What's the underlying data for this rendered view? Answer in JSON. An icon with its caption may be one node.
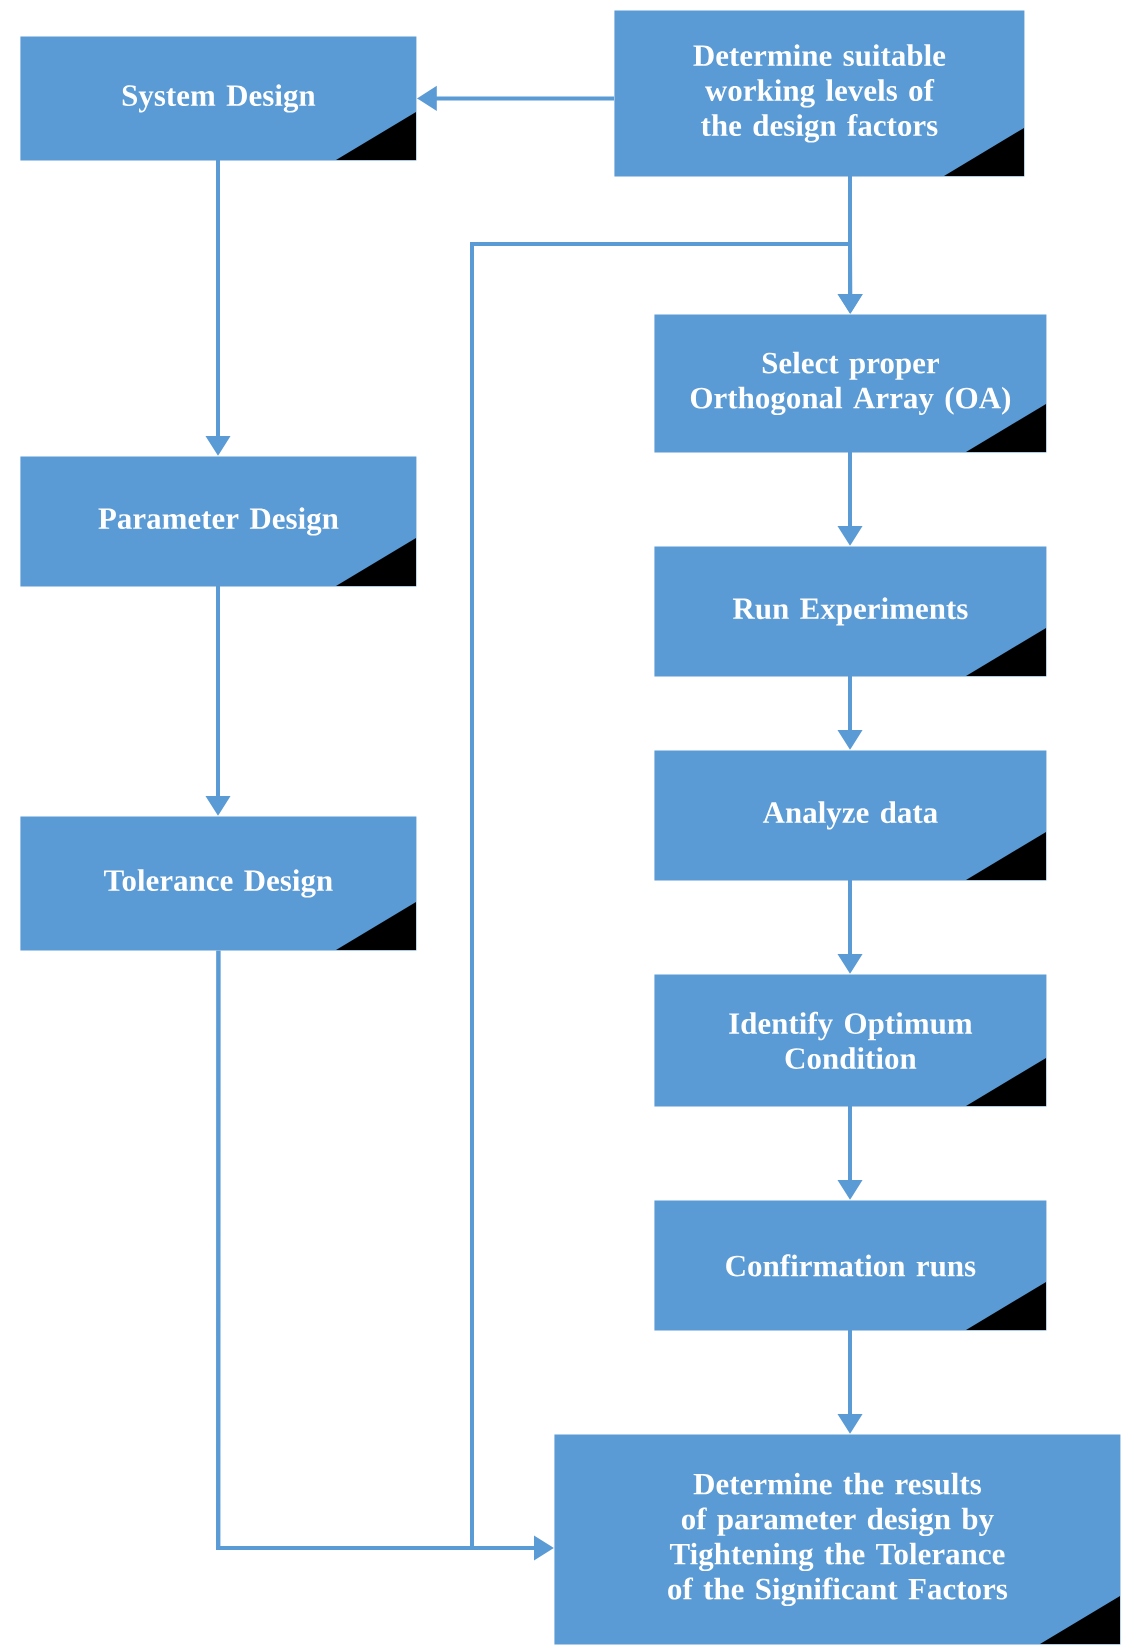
{
  "diagram": {
    "nodes": [
      {
        "text": [
          "System Design"
        ]
      },
      {
        "text": [
          "Determine suitable working levels of the design factors"
        ]
      },
      {
        "text": [
          "Parameter Design"
        ]
      },
      {
        "text": [
          "Tolerance Design"
        ]
      },
      {
        "text": [
          "Select proper Orthogonal Array (OA)"
        ]
      },
      {
        "text": [
          "Run Experiments"
        ]
      },
      {
        "text": [
          "Analyze data"
        ]
      },
      {
        "text": [
          "Identify Optimum Condition"
        ]
      },
      {
        "text": [
          "Confirmation runs"
        ]
      },
      {
        "text": [
          "Determine the results of parameter design by Tightening the Tolerance of the Significant Factors"
        ]
      }
    ],
    "edges": [
      {
        "from": 1,
        "to": 0,
        "arrow": "to"
      },
      {
        "from": 0,
        "to": 2,
        "arrow": "to"
      },
      {
        "from": 2,
        "to": 3,
        "arrow": "to"
      },
      {
        "from": 1,
        "to": 4,
        "arrow": "to"
      },
      {
        "from": 4,
        "to": 5,
        "arrow": "to"
      },
      {
        "from": 5,
        "to": 6,
        "arrow": "to"
      },
      {
        "from": 6,
        "to": 7,
        "arrow": "to"
      },
      {
        "from": 7,
        "to": 8,
        "arrow": "to"
      },
      {
        "from": 8,
        "to": 9,
        "arrow": "to"
      },
      {
        "from": 3,
        "to": 9,
        "arrow": "to"
      },
      {
        "from": 3,
        "to": 4,
        "arrow": "to"
      }
    ]
  }
}
